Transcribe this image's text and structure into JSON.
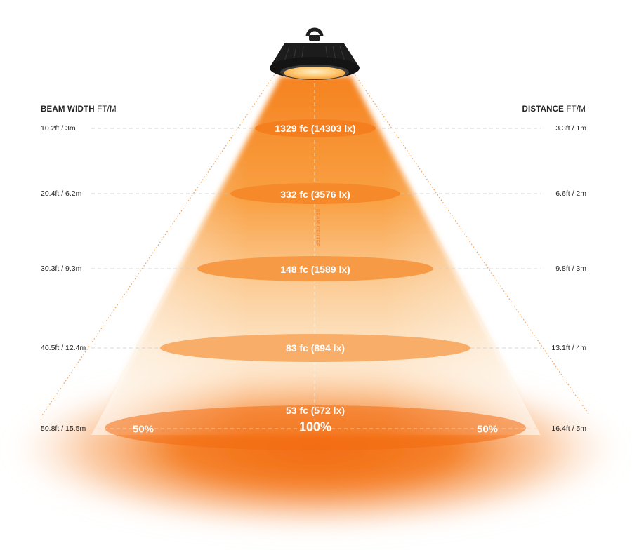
{
  "headers": {
    "left_title": "BEAM WIDTH",
    "left_unit": "FT/M",
    "right_title": "DISTANCE",
    "right_unit": "FT/M"
  },
  "rows": [
    {
      "beam_width": "10.2ft / 3m",
      "distance": "3.3ft / 1m",
      "illuminance": "1329 fc (14303 lx)"
    },
    {
      "beam_width": "20.4ft / 6.2m",
      "distance": "6.6ft / 2m",
      "illuminance": "332 fc (3576 lx)"
    },
    {
      "beam_width": "30.3ft / 9.3m",
      "distance": "9.8ft / 3m",
      "illuminance": "148 fc (1589 lx)"
    },
    {
      "beam_width": "40.5ft / 12.4m",
      "distance": "13.1ft / 4m",
      "illuminance": "83 fc (894 lx)"
    },
    {
      "beam_width": "50.8ft / 15.5m",
      "distance": "16.4ft / 5m",
      "illuminance": "53 fc (572 lx)"
    }
  ],
  "beam_center_label": "BEAM CENTER",
  "intensity": {
    "left": "50%",
    "center": "100%",
    "right": "50%"
  },
  "colors": {
    "beam_orange": "#f7891f",
    "ellipse_top": "#f5801e",
    "ellipse_light": "#f8aa5a",
    "text_dark": "#222222",
    "fixture_black": "#1c1c1c"
  },
  "icons": [
    "ufo-high-bay-light-icon"
  ]
}
